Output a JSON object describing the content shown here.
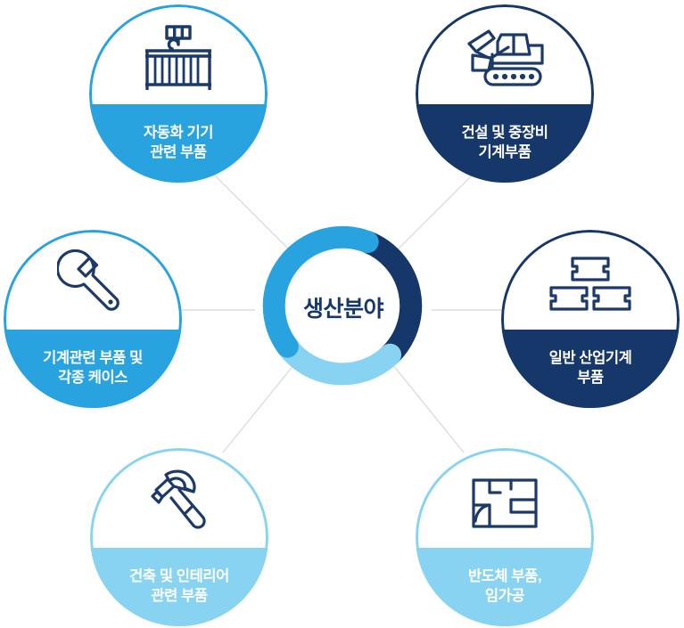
{
  "diagram": {
    "type": "hub-and-spoke",
    "hub": {
      "label": "생산분야",
      "label_color": "#15376a",
      "ring": {
        "segments": [
          {
            "name": "navy-segment",
            "color": "#15376a",
            "start_deg": 0,
            "end_deg": 115
          },
          {
            "name": "light-segment",
            "color": "#89d3f2",
            "start_deg": 115,
            "end_deg": 215
          },
          {
            "name": "mid-segment",
            "color": "#29a3e0",
            "start_deg": 215,
            "end_deg": 360
          }
        ]
      }
    },
    "connector_color": "#d8d8d8",
    "palette": {
      "mid_blue": "#29a3e0",
      "navy": "#15376a",
      "light_blue": "#89d3f2",
      "icon_stroke": "#1b3a6b",
      "label_text": "#ffffff",
      "background": "#ffffff"
    },
    "nodes": [
      {
        "id": "automation",
        "icon": "crane-gate-icon",
        "variant": "mid",
        "line1": "자동화 기기",
        "line2": "관련 부품"
      },
      {
        "id": "construction",
        "icon": "excavator-icon",
        "variant": "navy",
        "line1": "건설 및 중장비",
        "line2": "기계부품"
      },
      {
        "id": "machine-parts",
        "icon": "wrench-icon",
        "variant": "mid",
        "line1": "기계관련 부품 및",
        "line2": "각종 케이스"
      },
      {
        "id": "industrial",
        "icon": "interlocking-blocks-icon",
        "variant": "navy",
        "line1": "일반 산업기계",
        "line2": "부품"
      },
      {
        "id": "architecture",
        "icon": "hammer-icon",
        "variant": "light",
        "line1": "건축 및 인테리어",
        "line2": "관련 부품"
      },
      {
        "id": "semiconductor",
        "icon": "floor-plan-icon",
        "variant": "light",
        "line1": "반도체 부품,",
        "line2": "임가공"
      }
    ]
  }
}
